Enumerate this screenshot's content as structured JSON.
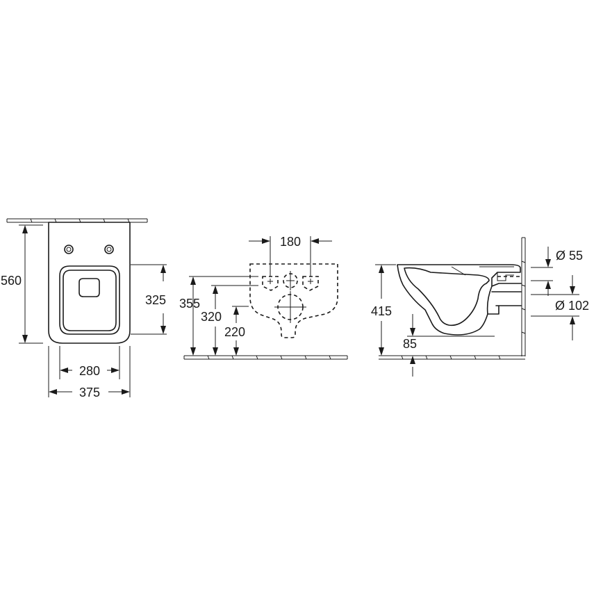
{
  "front_view": {
    "height_label": "560",
    "inner_height_label": "325",
    "inner_width_label": "280",
    "width_label": "375"
  },
  "back_view": {
    "bolt_spacing_label": "180",
    "height_355_label": "355",
    "height_320_label": "320",
    "height_220_label": "220"
  },
  "side_view": {
    "height_label": "415",
    "offset_label": "85",
    "diameter_55_label": "Ø 55",
    "diameter_102_label": "Ø 102"
  }
}
